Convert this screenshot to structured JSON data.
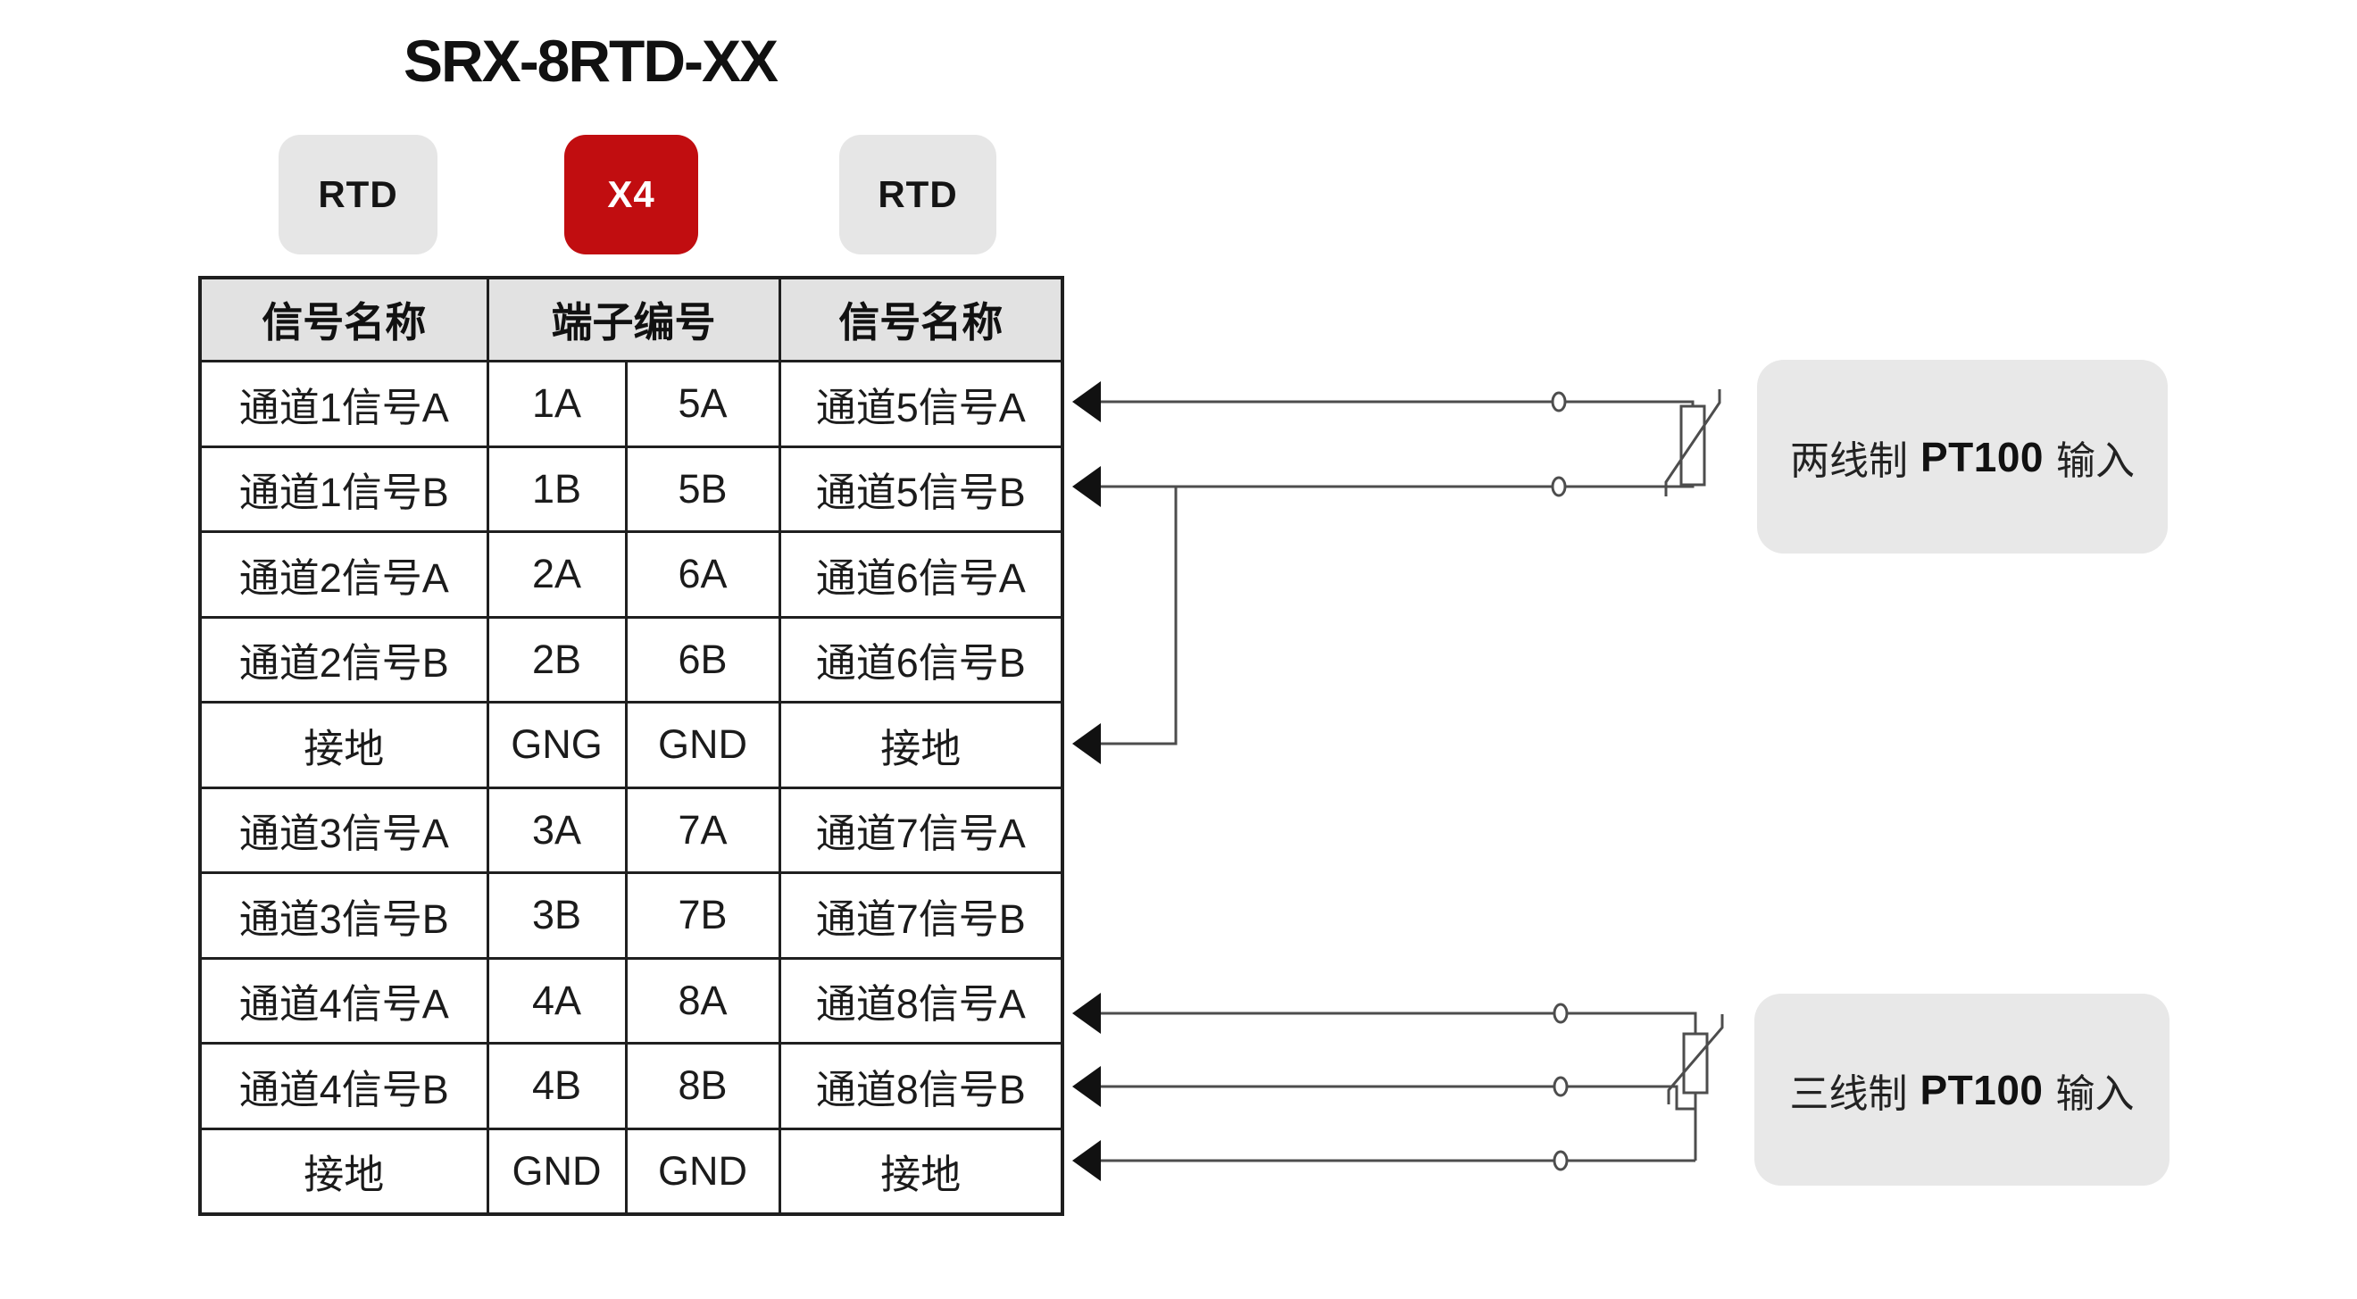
{
  "title": "SRX-8RTD-XX",
  "badges": [
    {
      "label": "RTD",
      "variant": "gray"
    },
    {
      "label": "X4",
      "variant": "red"
    },
    {
      "label": "RTD",
      "variant": "gray"
    }
  ],
  "table": {
    "headers": [
      "信号名称",
      "端子编号",
      "信号名称"
    ],
    "rows": [
      [
        "通道1信号A",
        "1A",
        "5A",
        "通道5信号A"
      ],
      [
        "通道1信号B",
        "1B",
        "5B",
        "通道5信号B"
      ],
      [
        "通道2信号A",
        "2A",
        "6A",
        "通道6信号A"
      ],
      [
        "通道2信号B",
        "2B",
        "6B",
        "通道6信号B"
      ],
      [
        "接地",
        "GNG",
        "GND",
        "接地"
      ],
      [
        "通道3信号A",
        "3A",
        "7A",
        "通道7信号A"
      ],
      [
        "通道3信号B",
        "3B",
        "7B",
        "通道7信号B"
      ],
      [
        "通道4信号A",
        "4A",
        "8A",
        "通道8信号A"
      ],
      [
        "通道4信号B",
        "4B",
        "8B",
        "通道8信号B"
      ],
      [
        "接地",
        "GND",
        "GND",
        "接地"
      ]
    ]
  },
  "annotations": {
    "two_wire": {
      "prefix": "两线制",
      "highlight": "PT100",
      "suffix": "输入"
    },
    "three_wire": {
      "prefix": "三线制",
      "highlight": "PT100",
      "suffix": "输入"
    }
  },
  "colors": {
    "accent_red": "#c10d10",
    "badge_gray": "#e6e6e6",
    "header_gray": "#e2e2e2",
    "panel_gray": "#e8e8e8",
    "wire_gray": "#4d4d4d",
    "border_dark": "#1f1f1f",
    "arrow_black": "#111111"
  },
  "icons": {
    "arrowhead": "solid left-pointing triangle",
    "wire_connector": "small open oval on wire",
    "pt100_resistor": "rectangle with diagonal stroke (RTD symbol)"
  }
}
